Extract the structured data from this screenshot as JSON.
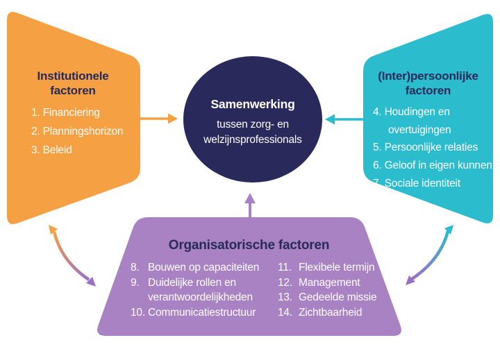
{
  "diagram": {
    "left_panel": {
      "title_line1": "Institutionele",
      "title_line2": "factoren",
      "items": [
        "1. Financiering",
        "2. Planningshorizon",
        "3. Beleid"
      ]
    },
    "center_circle": {
      "title": "Samenwerking",
      "subtitle_line1": "tussen zorg- en",
      "subtitle_line2": "welzijnsprofessionals"
    },
    "right_panel": {
      "title_line1": "(Inter)persoonlijke",
      "title_line2": "factoren",
      "lines": [
        "4. Houdingen en",
        "overtuigingen",
        "5. Persoonlijke relaties",
        "6. Geloof in eigen kunnen",
        "7. Sociale identiteit"
      ]
    },
    "bottom_panel": {
      "title": "Organisatorische factoren",
      "left_rows": [
        {
          "num": "8.",
          "text": "Bouwen op capaciteiten"
        },
        {
          "num": "9.",
          "text": "Duidelijke rollen en"
        },
        {
          "num": "",
          "text": "verantwoordelijkheden"
        },
        {
          "num": "10.",
          "text": "Communicatiestructuur"
        }
      ],
      "right_rows": [
        {
          "num": "11.",
          "text": "Flexibele termijn"
        },
        {
          "num": "12.",
          "text": "Management"
        },
        {
          "num": "13.",
          "text": "Gedeelde missie"
        },
        {
          "num": "14.",
          "text": "Zichtbaarheid"
        }
      ]
    },
    "colors": {
      "orange": "#F5A043",
      "cyan": "#2BBCCE",
      "navy": "#2A295C",
      "purple": "#A982C4",
      "arrow_purple": "#9B6FC4",
      "text_light": "#FFFFFF",
      "text_dark": "#292A5C"
    }
  }
}
